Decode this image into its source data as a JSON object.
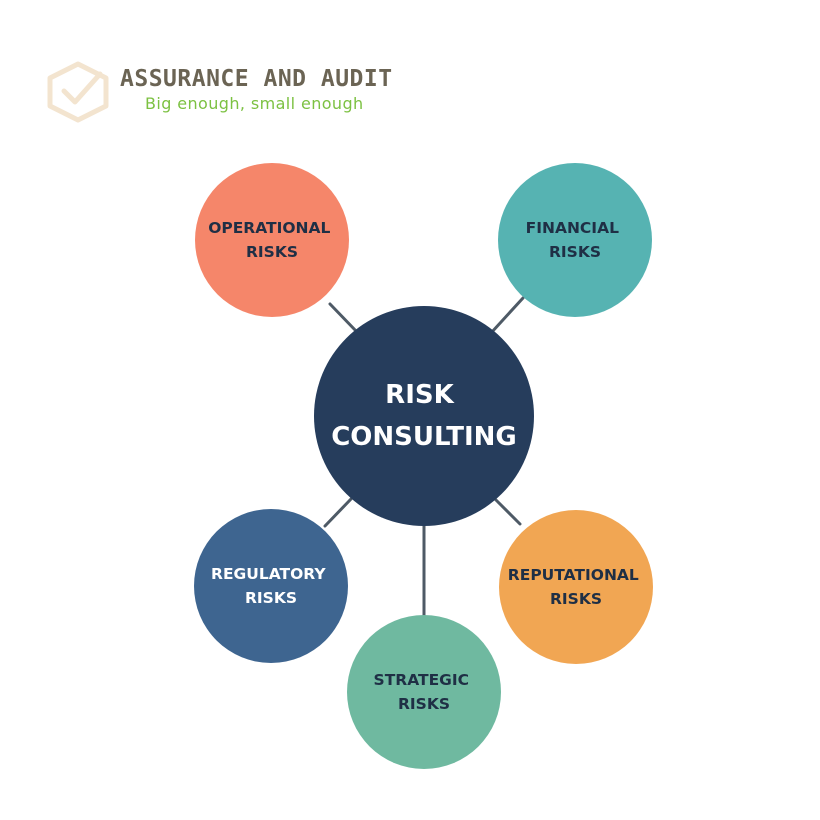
{
  "brand": {
    "title": "ASSURANCE AND AUDIT",
    "tagline": "Big enough, small enough",
    "title_color": "#6b6454",
    "tagline_color": "#7cc142",
    "mark_color": "#f3e4cf",
    "logo_icon": "hexagon-check-icon"
  },
  "diagram": {
    "connector_color": "#4e5a66",
    "center": {
      "lines": [
        "RISK",
        "CONSULTING"
      ],
      "fill": "#263d5c",
      "text_color": "#ffffff"
    },
    "nodes": [
      {
        "id": "operational",
        "lines": [
          "OPERATIONAL",
          "RISKS"
        ],
        "fill": "#f5866a",
        "text_color": "#1f2f45"
      },
      {
        "id": "financial",
        "lines": [
          "FINANCIAL",
          "RISKS"
        ],
        "fill": "#56b3b2",
        "text_color": "#1f2f45"
      },
      {
        "id": "regulatory",
        "lines": [
          "REGULATORY",
          "RISKS"
        ],
        "fill": "#3e6590",
        "text_color": "#ffffff"
      },
      {
        "id": "strategic",
        "lines": [
          "STRATEGIC",
          "RISKS"
        ],
        "fill": "#6fb9a0",
        "text_color": "#1f2f45"
      },
      {
        "id": "reputational",
        "lines": [
          "REPUTATIONAL",
          "RISKS"
        ],
        "fill": "#f1a653",
        "text_color": "#1f2f45"
      }
    ]
  }
}
